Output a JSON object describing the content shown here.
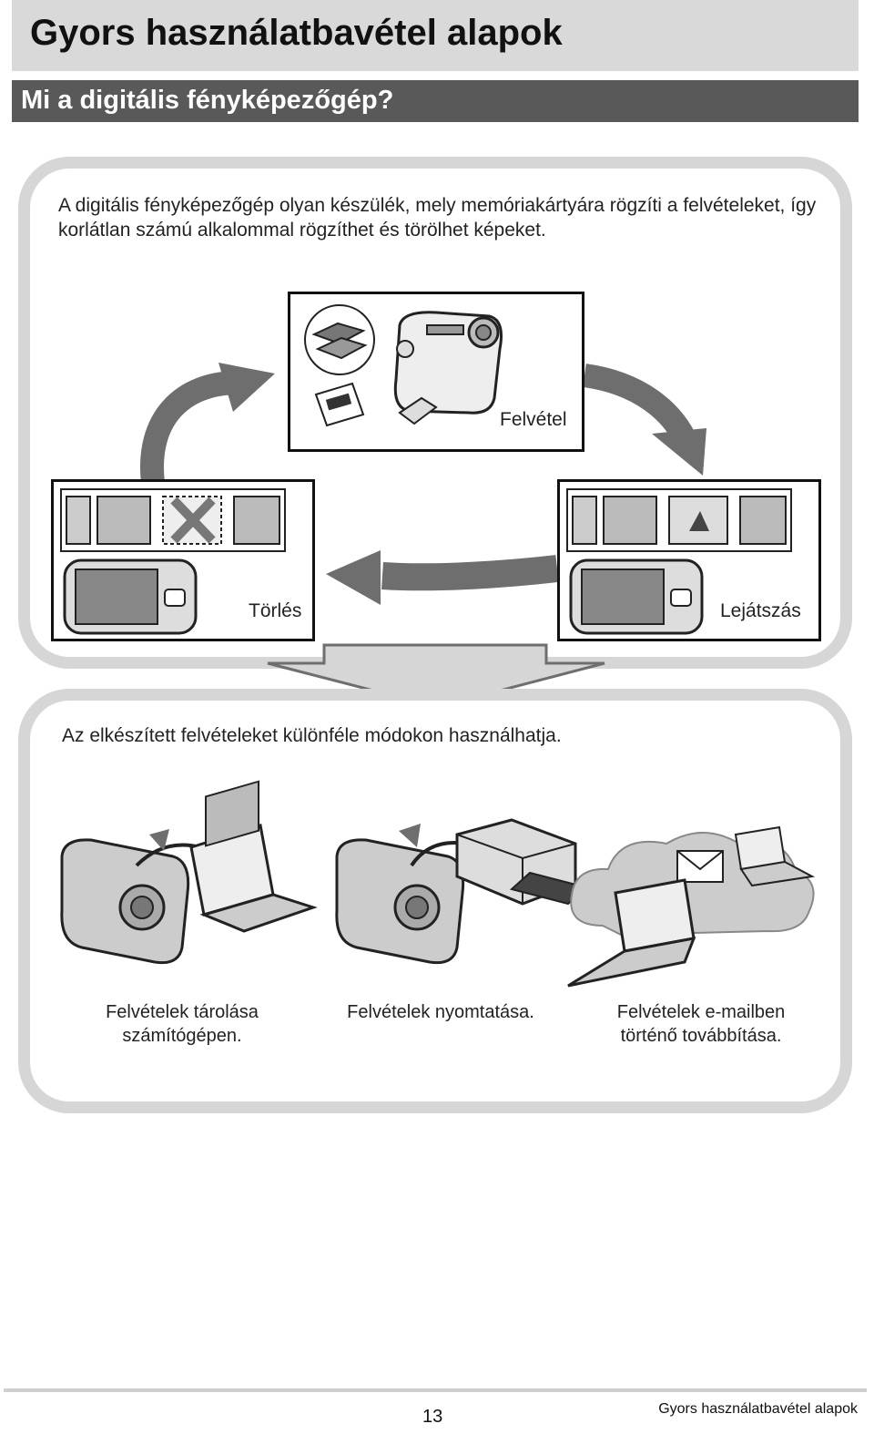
{
  "header": {
    "title": "Gyors használatbavétel alapok",
    "section": "Mi a digitális fényképezőgép?"
  },
  "intro": {
    "text": "A digitális fényképezőgép olyan készülék, mely memóriakártyára rögzíti a felvételeket, így korlátlan számú alkalommal rögzíthet és törölhet képeket."
  },
  "cycle": {
    "record_label": "Felvétel",
    "delete_label": "Törlés",
    "play_label": "Lejátszás"
  },
  "uses": {
    "intro": "Az elkészített felvételeket különféle módokon használhatja.",
    "items": [
      {
        "line1": "Felvételek tárolása",
        "line2": "számítógépen."
      },
      {
        "line1": "Felvételek nyomtatása.",
        "line2": ""
      },
      {
        "line1": "Felvételek e-mailben",
        "line2": "történő továbbítása."
      }
    ]
  },
  "footer": {
    "page_number": "13",
    "section": "Gyors használatbavétel alapok"
  },
  "colors": {
    "title_bar": "#d9d9d9",
    "section_bar": "#595959",
    "panel_border": "#d6d6d6",
    "arrow_gray": "#6e6e6e"
  },
  "icons": [
    "camera-icon",
    "memory-card-icon",
    "photos-icon",
    "film-strip-icon",
    "delete-x-icon",
    "laptop-icon",
    "printer-icon",
    "cloud-icon",
    "envelope-icon",
    "arrow-icon"
  ]
}
